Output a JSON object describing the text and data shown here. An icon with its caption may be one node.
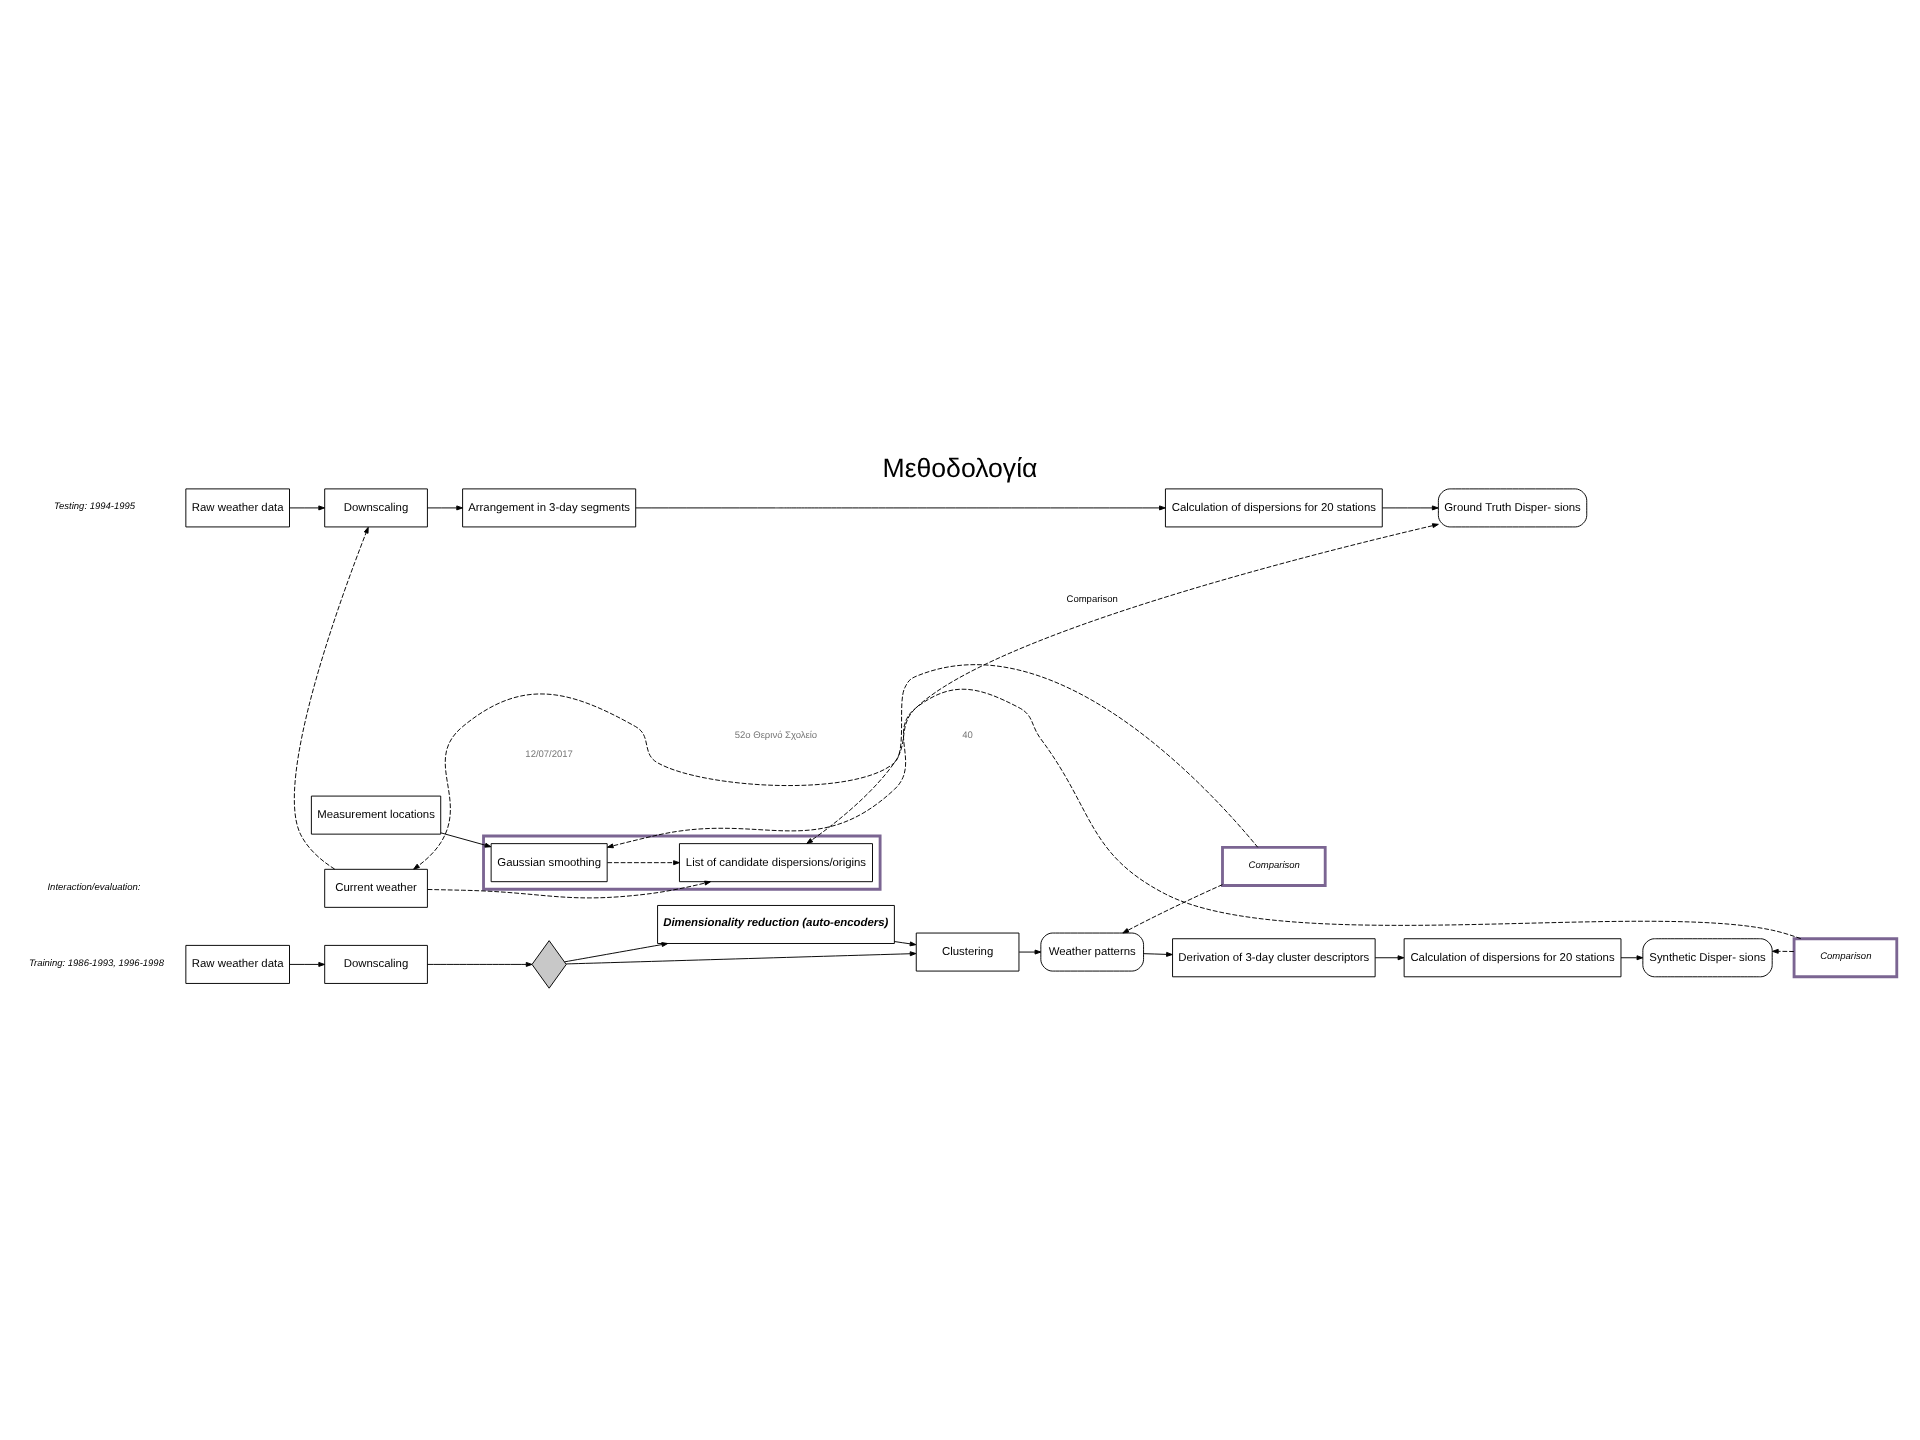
{
  "diagram": {
    "title": "Μεθοδολογία",
    "nodes": [
      {
        "text": [
          "Raw weather data"
        ]
      },
      {
        "text": [
          "Downscaling"
        ]
      },
      {
        "text": [],
        "shape": "diamond"
      },
      {
        "text": [
          "Clustering"
        ]
      },
      {
        "text": [
          "Dimensionality reduction (auto-encoders)"
        ]
      },
      {
        "text": [
          "Weather patterns"
        ]
      },
      {
        "text": [
          "Derivation of 3-day cluster descriptors"
        ]
      },
      {
        "text": [
          "Calculation of dispersions for 20 stations"
        ]
      },
      {
        "text": [
          "Synthetic Disper- sions"
        ]
      },
      {
        "text": [
          "Comparison"
        ]
      },
      {
        "text": [
          "Raw weather data"
        ]
      },
      {
        "text": [
          "Downscaling"
        ]
      },
      {
        "text": [
          "Arrangement in 3-day segments"
        ]
      },
      {
        "text": [
          "Calculation of dispersions for 20 stations"
        ]
      },
      {
        "text": [
          "Ground Truth Disper- sions"
        ]
      },
      {
        "text": [
          "Comparison"
        ]
      },
      {
        "text": [
          "Current weather"
        ]
      },
      {
        "text": [],
        "shape": "box"
      },
      {
        "text": [
          "List of candidate dispersions/origins"
        ],
        "in": 17
      },
      {
        "text": [
          "Measurement locations"
        ]
      },
      {
        "text": [
          "Gaussian smoothing"
        ],
        "in": 17
      }
    ],
    "edges": [
      {
        "from": 0,
        "to": 1,
        "arrow": "to"
      },
      {
        "from": 1,
        "to": 2,
        "arrow": "to"
      },
      {
        "from": 2,
        "to": 3,
        "arrow": "to"
      },
      {
        "from": 2,
        "to": 4,
        "arrow": "to"
      },
      {
        "from": 4,
        "to": 3,
        "arrow": "to"
      },
      {
        "from": 3,
        "to": 5,
        "arrow": "to"
      },
      {
        "from": 5,
        "to": 6,
        "arrow": "to"
      },
      {
        "from": 6,
        "to": 7,
        "arrow": "to"
      },
      {
        "from": 7,
        "to": 8,
        "arrow": "to"
      },
      {
        "from": 10,
        "to": 11,
        "arrow": "to"
      },
      {
        "from": 11,
        "to": 12,
        "arrow": "to"
      },
      {
        "from": 12,
        "to": 13,
        "arrow": "to"
      },
      {
        "from": 13,
        "to": 14,
        "arrow": "to"
      },
      {
        "from": 16,
        "to": 11,
        "arrow": "to",
        "style": "dashed"
      },
      {
        "from": 9,
        "to": 5,
        "arrow": "to",
        "style": "dashed"
      },
      {
        "from": 9,
        "to": 16,
        "arrow": "to",
        "style": "dashed"
      },
      {
        "from": 16,
        "to": 18,
        "arrow": "to",
        "style": "dashed"
      },
      {
        "from": 20,
        "to": 18,
        "arrow": "to",
        "style": "dashed"
      },
      {
        "from": 14,
        "to": 18,
        "arrow": "both",
        "style": "dashed",
        "label": "Comparison"
      },
      {
        "from": 19,
        "to": 20,
        "arrow": "to"
      },
      {
        "from": 15,
        "to": 8,
        "arrow": "to",
        "style": "dashed"
      },
      {
        "from": 15,
        "to": 20,
        "arrow": "to",
        "style": "dashed"
      }
    ],
    "labels": [
      "Training: 1986-1993, 1996-1998",
      "Testing: 1994-1995",
      "Interaction/evaluation:",
      "12/07/2017",
      "52ο Θερινό Σχολείο",
      "40"
    ]
  }
}
